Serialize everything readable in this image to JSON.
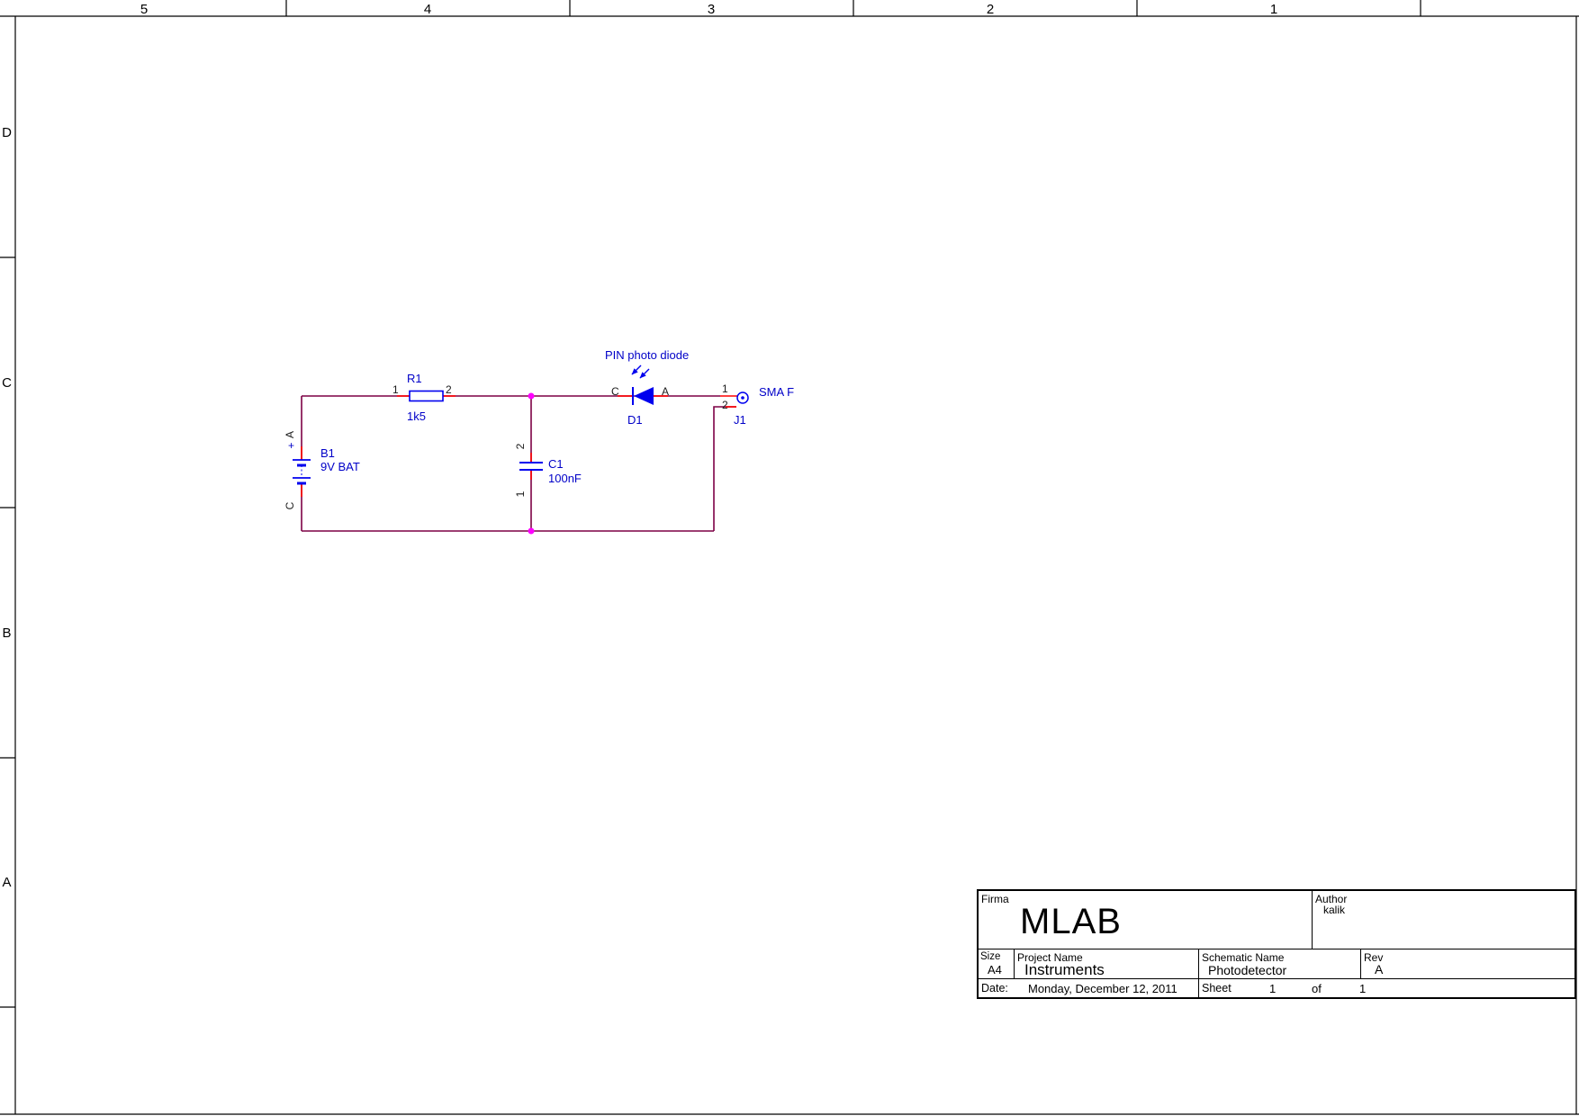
{
  "frame": {
    "columns": [
      "5",
      "4",
      "3",
      "2",
      "1"
    ],
    "rows": [
      "D",
      "C",
      "B",
      "A"
    ]
  },
  "colors": {
    "wire": "#7d0045",
    "pin": "#ff0000",
    "symbol": "#0000ee",
    "label": "#0000c8",
    "junction": "#ff00ff",
    "pin_number": "#1a1a1a",
    "frame": "#000000"
  },
  "schematic": {
    "note": "PIN photo diode",
    "components": {
      "R1": {
        "ref": "R1",
        "value": "1k5",
        "pins": {
          "p1": "1",
          "p2": "2"
        }
      },
      "B1": {
        "ref": "B1",
        "value": "9V BAT",
        "plus": "+",
        "pins": {
          "a": "A",
          "c": "C"
        }
      },
      "C1": {
        "ref": "C1",
        "value": "100nF",
        "pins": {
          "p1": "1",
          "p2": "2"
        }
      },
      "D1": {
        "ref": "D1",
        "pins": {
          "c": "C",
          "a": "A"
        }
      },
      "J1": {
        "ref": "J1",
        "value": "SMA F",
        "pins": {
          "p1": "1",
          "p2": "2"
        }
      }
    }
  },
  "title_block": {
    "firma_label": "Firma",
    "firma": "MLAB",
    "author_label": "Author",
    "author": "kalik",
    "size_label": "Size",
    "size": "A4",
    "project_label": "Project Name",
    "project": "Instruments",
    "schematic_label": "Schematic Name",
    "schematic": "Photodetector",
    "rev_label": "Rev",
    "rev": "A",
    "date_label": "Date:",
    "date": "Monday, December 12, 2011",
    "sheet_label": "Sheet",
    "sheet": "1",
    "of_label": "of",
    "of_total": "1"
  }
}
